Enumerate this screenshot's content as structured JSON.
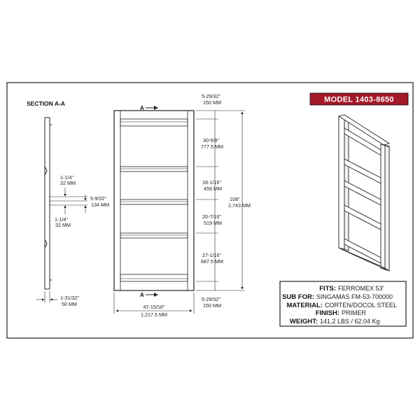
{
  "section_label": "SECTION A-A",
  "section_marker": "A",
  "model": "MODEL 1403-8650",
  "section_dims": [
    {
      "imperial": "1-1/4\"",
      "metric": "32 MM"
    },
    {
      "imperial": "5-9/32\"",
      "metric": "134 MM"
    },
    {
      "imperial": "1-1/4\"",
      "metric": "32 MM"
    },
    {
      "imperial": "1-31/32\"",
      "metric": "50 MM"
    }
  ],
  "vertical_dims": [
    {
      "imperial": "5-29/32\"",
      "metric": "150 MM"
    },
    {
      "imperial": "30-5/8\"",
      "metric": "777.5 MM"
    },
    {
      "imperial": "18-1/16\"",
      "metric": "459 MM"
    },
    {
      "imperial": "20-7/16\"",
      "metric": "519 MM"
    },
    {
      "imperial": "27-1/16\"",
      "metric": "687.5 MM"
    },
    {
      "imperial": "5-29/32\"",
      "metric": "150 MM"
    }
  ],
  "overall_height": {
    "imperial": "108\"",
    "metric": "2,743 MM"
  },
  "overall_width": {
    "imperial": "47-15/16\"",
    "metric": "1,217.5 MM"
  },
  "specs": [
    {
      "key": "FITS:",
      "value": "FERROMEX 53'"
    },
    {
      "key": "SUB FOR:",
      "value": "SINGAMAS FM-53-700000"
    },
    {
      "key": "MATERIAL:",
      "value": "CORTEN/DOCOL STEEL"
    },
    {
      "key": "FINISH:",
      "value": "PRIMER"
    },
    {
      "key": "WEIGHT:",
      "value": "141.2 LBS / 62.04 Kg"
    }
  ],
  "colors": {
    "model_bg": "#a3192a",
    "line": "#222222",
    "frame_fill": "#ffffff"
  }
}
